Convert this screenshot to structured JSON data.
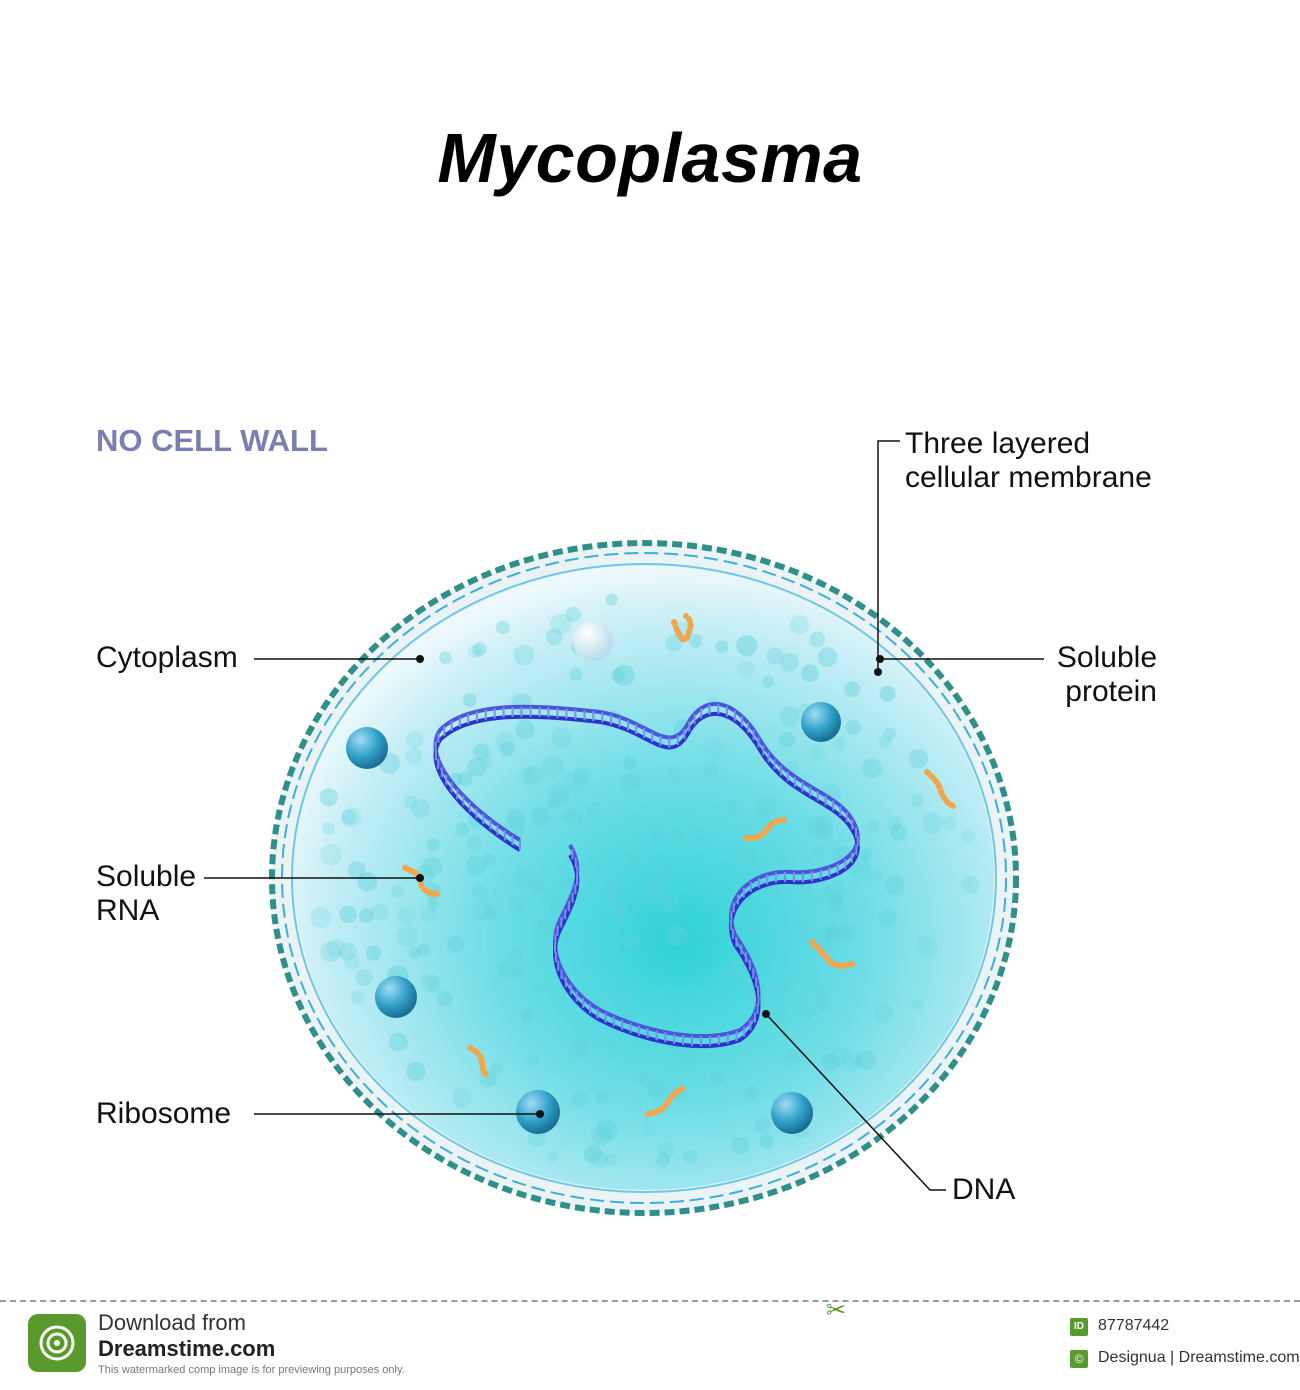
{
  "title": "Mycoplasma",
  "note": "NO CELL WALL",
  "labels": {
    "membrane": [
      "Three layered",
      "cellular membrane"
    ],
    "cytoplasm": "Cytoplasm",
    "soluble_protein": [
      "Soluble",
      "protein"
    ],
    "soluble_rna": [
      "Soluble",
      "RNA"
    ],
    "ribosome": "Ribosome",
    "dna": "DNA"
  },
  "colors": {
    "note": "#7a7fb3",
    "cytoplasm_light": "#e6f7fb",
    "cytoplasm_deep": "#33d0d6",
    "membrane_outer": "#2f8f8a",
    "membrane_inner": "#3ab0d8",
    "ribosome": "#2f9fc8",
    "rna": "#f2a54a",
    "dna": "#3a46d6"
  },
  "footer": {
    "download": "Download from",
    "site": "Dreamstime.com",
    "note": "This watermarked comp image is for previewing purposes only.",
    "id_icon": "ID",
    "id": "87787442",
    "credit": "Designua | Dreamstime.com"
  }
}
